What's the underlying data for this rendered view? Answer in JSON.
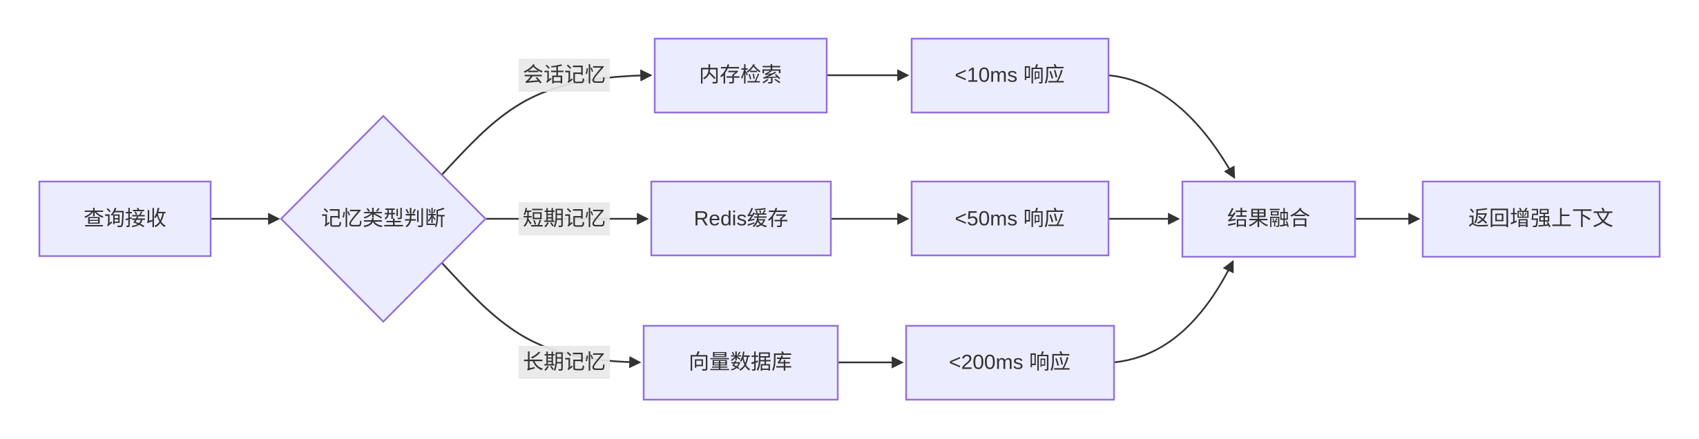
{
  "diagram": {
    "type": "flowchart",
    "direction": "left-to-right",
    "colors": {
      "node_fill": "#ECECFF",
      "node_border": "#9370DB",
      "edge_line": "#333333",
      "text": "#333333",
      "edge_label_bg": "#e8e8e8"
    },
    "nodes": {
      "start": {
        "label": "查询接收"
      },
      "decision": {
        "label": "记忆类型判断"
      },
      "memory_retrieval": {
        "label": "内存检索"
      },
      "response_10ms": {
        "label": "<10ms 响应"
      },
      "redis_cache": {
        "label": "Redis缓存"
      },
      "response_50ms": {
        "label": "<50ms 响应"
      },
      "vector_db": {
        "label": "向量数据库"
      },
      "response_200ms": {
        "label": "<200ms 响应"
      },
      "result_merge": {
        "label": "结果融合"
      },
      "return_context": {
        "label": "返回增强上下文"
      }
    },
    "edge_labels": {
      "session_memory": "会话记忆",
      "short_term_memory": "短期记忆",
      "long_term_memory": "长期记忆"
    }
  }
}
